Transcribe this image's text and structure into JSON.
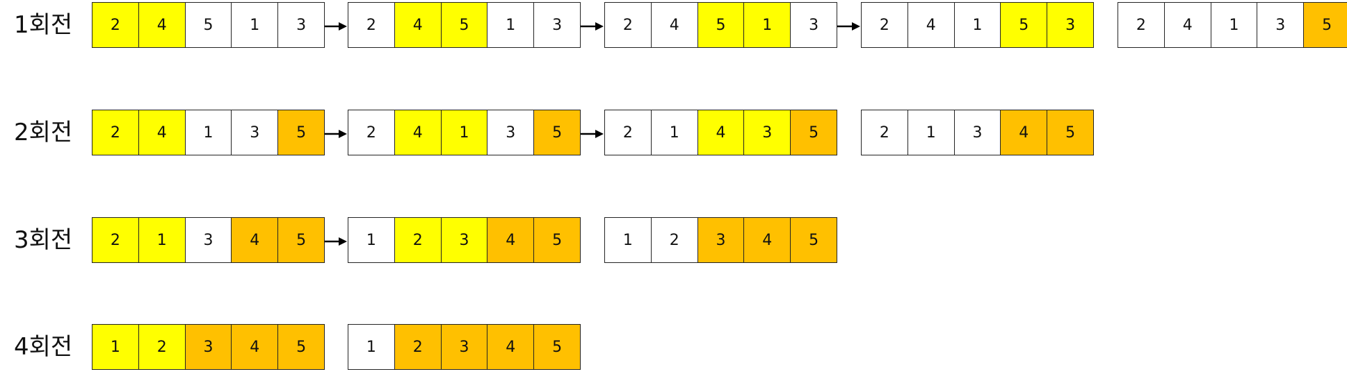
{
  "colors": {
    "compare": "#ffff00",
    "sorted": "#ffc000",
    "normal": "#ffffff",
    "border": "#222222"
  },
  "rounds": [
    {
      "label": "1회전",
      "steps": [
        {
          "cells": [
            {
              "v": "2",
              "s": "compare"
            },
            {
              "v": "4",
              "s": "compare"
            },
            {
              "v": "5",
              "s": "normal"
            },
            {
              "v": "1",
              "s": "normal"
            },
            {
              "v": "3",
              "s": "normal"
            }
          ],
          "arrow": true
        },
        {
          "cells": [
            {
              "v": "2",
              "s": "normal"
            },
            {
              "v": "4",
              "s": "compare"
            },
            {
              "v": "5",
              "s": "compare"
            },
            {
              "v": "1",
              "s": "normal"
            },
            {
              "v": "3",
              "s": "normal"
            }
          ],
          "arrow": true
        },
        {
          "cells": [
            {
              "v": "2",
              "s": "normal"
            },
            {
              "v": "4",
              "s": "normal"
            },
            {
              "v": "5",
              "s": "compare"
            },
            {
              "v": "1",
              "s": "compare"
            },
            {
              "v": "3",
              "s": "normal"
            }
          ],
          "arrow": true
        },
        {
          "cells": [
            {
              "v": "2",
              "s": "normal"
            },
            {
              "v": "4",
              "s": "normal"
            },
            {
              "v": "1",
              "s": "normal"
            },
            {
              "v": "5",
              "s": "compare"
            },
            {
              "v": "3",
              "s": "compare"
            }
          ],
          "arrow": false
        },
        {
          "cells": [
            {
              "v": "2",
              "s": "normal"
            },
            {
              "v": "4",
              "s": "normal"
            },
            {
              "v": "1",
              "s": "normal"
            },
            {
              "v": "3",
              "s": "normal"
            },
            {
              "v": "5",
              "s": "sorted"
            }
          ],
          "arrow": false
        }
      ]
    },
    {
      "label": "2회전",
      "steps": [
        {
          "cells": [
            {
              "v": "2",
              "s": "compare"
            },
            {
              "v": "4",
              "s": "compare"
            },
            {
              "v": "1",
              "s": "normal"
            },
            {
              "v": "3",
              "s": "normal"
            },
            {
              "v": "5",
              "s": "sorted"
            }
          ],
          "arrow": true
        },
        {
          "cells": [
            {
              "v": "2",
              "s": "normal"
            },
            {
              "v": "4",
              "s": "compare"
            },
            {
              "v": "1",
              "s": "compare"
            },
            {
              "v": "3",
              "s": "normal"
            },
            {
              "v": "5",
              "s": "sorted"
            }
          ],
          "arrow": true
        },
        {
          "cells": [
            {
              "v": "2",
              "s": "normal"
            },
            {
              "v": "1",
              "s": "normal"
            },
            {
              "v": "4",
              "s": "compare"
            },
            {
              "v": "3",
              "s": "compare"
            },
            {
              "v": "5",
              "s": "sorted"
            }
          ],
          "arrow": false
        },
        {
          "cells": [
            {
              "v": "2",
              "s": "normal"
            },
            {
              "v": "1",
              "s": "normal"
            },
            {
              "v": "3",
              "s": "normal"
            },
            {
              "v": "4",
              "s": "sorted"
            },
            {
              "v": "5",
              "s": "sorted"
            }
          ],
          "arrow": false
        }
      ]
    },
    {
      "label": "3회전",
      "steps": [
        {
          "cells": [
            {
              "v": "2",
              "s": "compare"
            },
            {
              "v": "1",
              "s": "compare"
            },
            {
              "v": "3",
              "s": "normal"
            },
            {
              "v": "4",
              "s": "sorted"
            },
            {
              "v": "5",
              "s": "sorted"
            }
          ],
          "arrow": true
        },
        {
          "cells": [
            {
              "v": "1",
              "s": "normal"
            },
            {
              "v": "2",
              "s": "compare"
            },
            {
              "v": "3",
              "s": "compare"
            },
            {
              "v": "4",
              "s": "sorted"
            },
            {
              "v": "5",
              "s": "sorted"
            }
          ],
          "arrow": false
        },
        {
          "cells": [
            {
              "v": "1",
              "s": "normal"
            },
            {
              "v": "2",
              "s": "normal"
            },
            {
              "v": "3",
              "s": "sorted"
            },
            {
              "v": "4",
              "s": "sorted"
            },
            {
              "v": "5",
              "s": "sorted"
            }
          ],
          "arrow": false
        }
      ]
    },
    {
      "label": "4회전",
      "steps": [
        {
          "cells": [
            {
              "v": "1",
              "s": "compare"
            },
            {
              "v": "2",
              "s": "compare"
            },
            {
              "v": "3",
              "s": "sorted"
            },
            {
              "v": "4",
              "s": "sorted"
            },
            {
              "v": "5",
              "s": "sorted"
            }
          ],
          "arrow": false
        },
        {
          "cells": [
            {
              "v": "1",
              "s": "normal"
            },
            {
              "v": "2",
              "s": "sorted"
            },
            {
              "v": "3",
              "s": "sorted"
            },
            {
              "v": "4",
              "s": "sorted"
            },
            {
              "v": "5",
              "s": "sorted"
            }
          ],
          "arrow": false
        }
      ]
    }
  ]
}
